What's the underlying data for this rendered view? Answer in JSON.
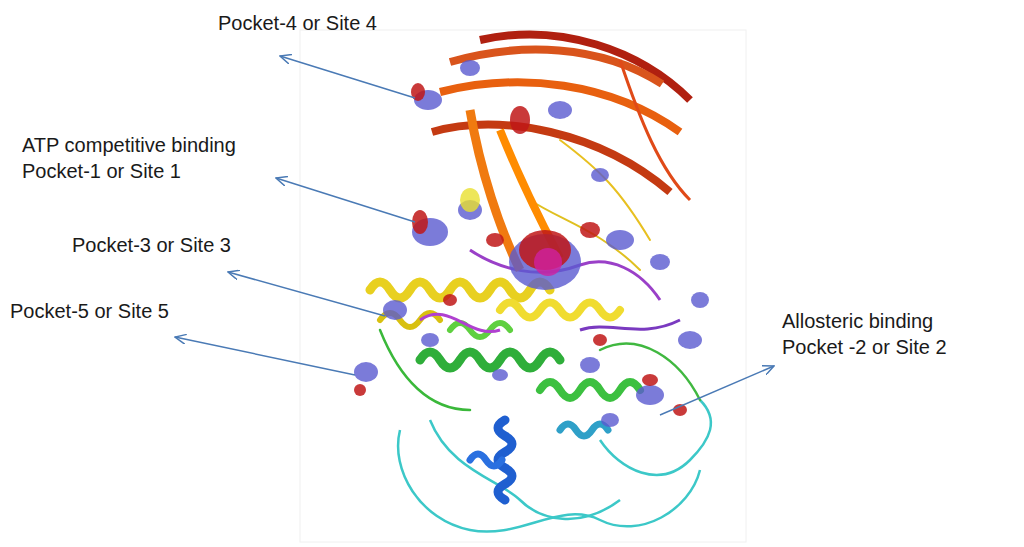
{
  "diagram": {
    "labels": [
      "Pocket-4 or Site 4",
      "ATP competitive binding Pocket-1 or Site 1",
      "Pocket-3 or Site 3",
      "Pocket-5 or Site 5",
      "Allosteric binding Pocket -2 or Site 2"
    ]
  }
}
